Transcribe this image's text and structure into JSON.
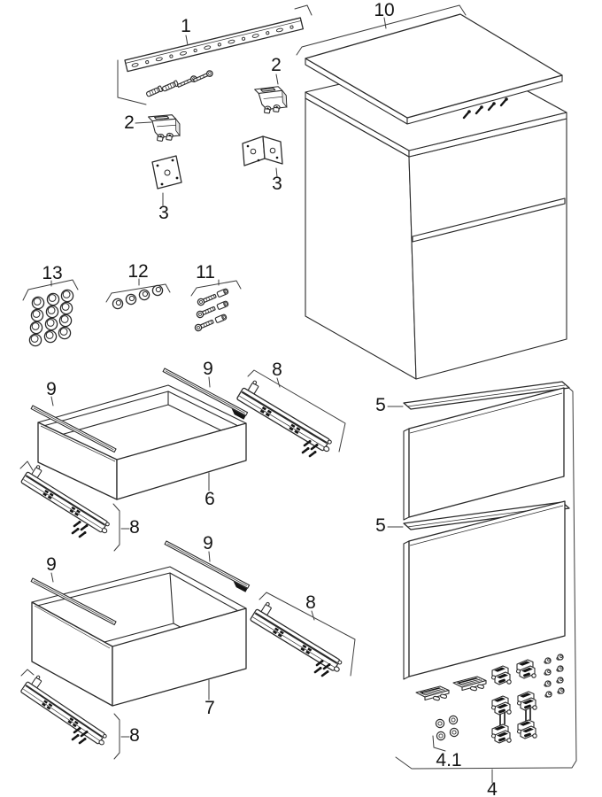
{
  "diagram": {
    "background": "#ffffff",
    "line_color": "#2a2a2a",
    "label_color": "#141414",
    "callouts": {
      "mounting_rail": "1",
      "hinge_upper": "2",
      "hinge_lower": "2",
      "plate_lower": "3",
      "angle_bracket": "3",
      "front_group": "4",
      "front_group_small_parts": "4.1",
      "trim_upper": "5",
      "trim_lower": "5",
      "drawer_shallow": "6",
      "drawer_deep": "7",
      "slide_mid_right": "8",
      "slide_mid_left": "8",
      "slide_low_right": "8",
      "slide_low_left": "8",
      "rail_mid_left": "9",
      "rail_mid_top": "9",
      "rail_low_left": "9",
      "rail_low_top": "9",
      "top_panel": "10",
      "screw_set": "11",
      "grommet_set": "12",
      "cap_set": "13"
    }
  }
}
